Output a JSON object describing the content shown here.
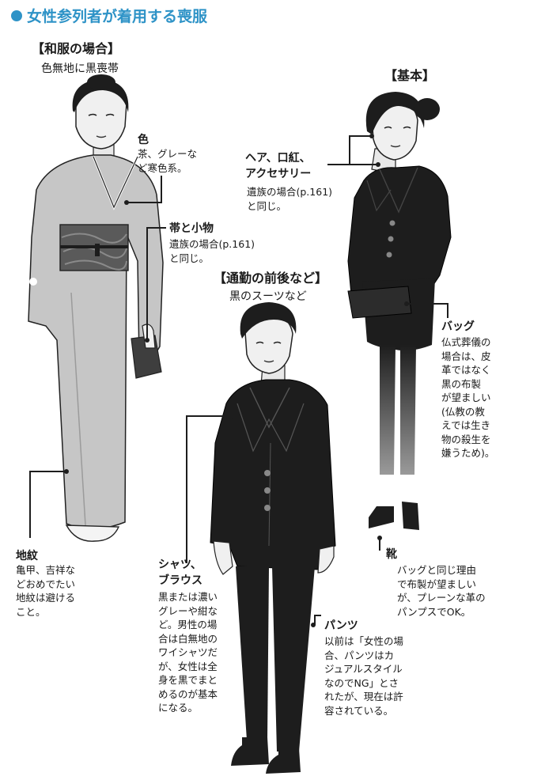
{
  "title": "女性参列者が着用する喪服",
  "sections": {
    "wafuku": {
      "heading": "【和服の場合】",
      "sub": "色無地に黒喪帯"
    },
    "kihon": {
      "heading": "【基本】"
    },
    "tsukin": {
      "heading": "【通勤の前後など】",
      "sub": "黒のスーツなど"
    }
  },
  "labels": {
    "iro": {
      "label": "色",
      "lines": [
        "茶、グレーな",
        "ど寒色系。"
      ]
    },
    "obi": {
      "label": "帯と小物",
      "lines": [
        "遺族の場合(p.161)",
        "と同じ。"
      ]
    },
    "chimon": {
      "label": "地紋",
      "lines": [
        "亀甲、吉祥な",
        "どおめでたい",
        "地紋は避ける",
        "こと。"
      ]
    },
    "hair": {
      "label_lines": [
        "ヘア、口紅、",
        "アクセサリー"
      ],
      "lines": [
        "遺族の場合(p.161)",
        "と同じ。"
      ]
    },
    "bag": {
      "label": "バッグ",
      "lines": [
        "仏式葬儀の",
        "場合は、皮",
        "革ではなく",
        "黒の布製",
        "が望ましい",
        "(仏教の教",
        "えでは生き",
        "物の殺生を",
        "嫌うため)。"
      ]
    },
    "kutsu": {
      "label": "靴",
      "lines": [
        "バッグと同じ理由",
        "で布製が望ましい",
        "が、プレーンな革の",
        "パンプスでOK。"
      ]
    },
    "shirt": {
      "label_lines": [
        "シャツ、",
        "ブラウス"
      ],
      "lines": [
        "黒または濃い",
        "グレーや紺な",
        "ど。男性の場",
        "合は白無地の",
        "ワイシャツだ",
        "が、女性は全",
        "身を黒でまと",
        "めるのが基本",
        "になる。"
      ]
    },
    "pants": {
      "label": "パンツ",
      "lines": [
        "以前は「女性の場",
        "合、パンツはカ",
        "ジュアルスタイル",
        "なのでNG」とさ",
        "れたが、現在は許",
        "容されている。"
      ]
    }
  },
  "colors": {
    "accent": "#2e93c7",
    "kimono": "#c6c6c6",
    "suit": "#1d1d1d"
  }
}
